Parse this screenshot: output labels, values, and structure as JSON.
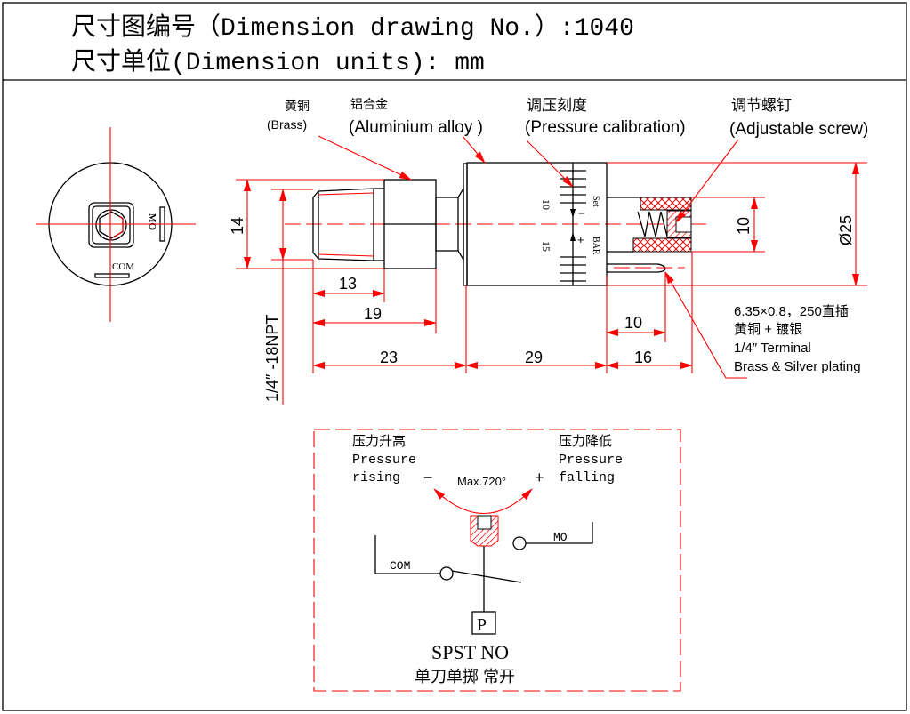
{
  "title": {
    "line1": "尺寸图编号（Dimension drawing No.）:1040",
    "line2": "尺寸单位(Dimension units): mm"
  },
  "end_view": {
    "mo_label": "MO",
    "com_label": "COM"
  },
  "side_view": {
    "labels": {
      "brass_cn": "黄铜",
      "brass_en": "(Brass)",
      "alu_cn": "铝合金",
      "alu_en": "(Aluminium alloy )",
      "calib_cn": "调压刻度",
      "calib_en": "(Pressure calibration)",
      "screw_cn": "调节螺钉",
      "screw_en": "(Adjustable screw)"
    },
    "scale": {
      "num10": "10",
      "num15": "15",
      "set": "Set",
      "bar": "BAR",
      "minus": "−",
      "plus": "+"
    },
    "dimensions": {
      "d14": "14",
      "d13": "13",
      "d19": "19",
      "d23": "23",
      "d29": "29",
      "d16": "16",
      "d10_term": "10",
      "d10_screw": "10",
      "d25": "Ø25",
      "thread": "1/4″ -18NPT"
    },
    "terminal_note": [
      "6.35×0.8，250直插",
      "黄铜 + 镀银",
      "1/4″ Terminal",
      "Brass & Silver plating"
    ]
  },
  "schematic": {
    "rising_cn": "压力升高",
    "rising_en1": "Pressure",
    "rising_en2": "rising",
    "falling_cn": "压力降低",
    "falling_en1": "Pressure",
    "falling_en2": "falling",
    "minus": "−",
    "plus": "+",
    "max_angle": "Max.720°",
    "mo": "MO",
    "com": "COM",
    "p": "P",
    "type_en": "SPST NO",
    "type_cn": "单刀单掷 常开"
  }
}
